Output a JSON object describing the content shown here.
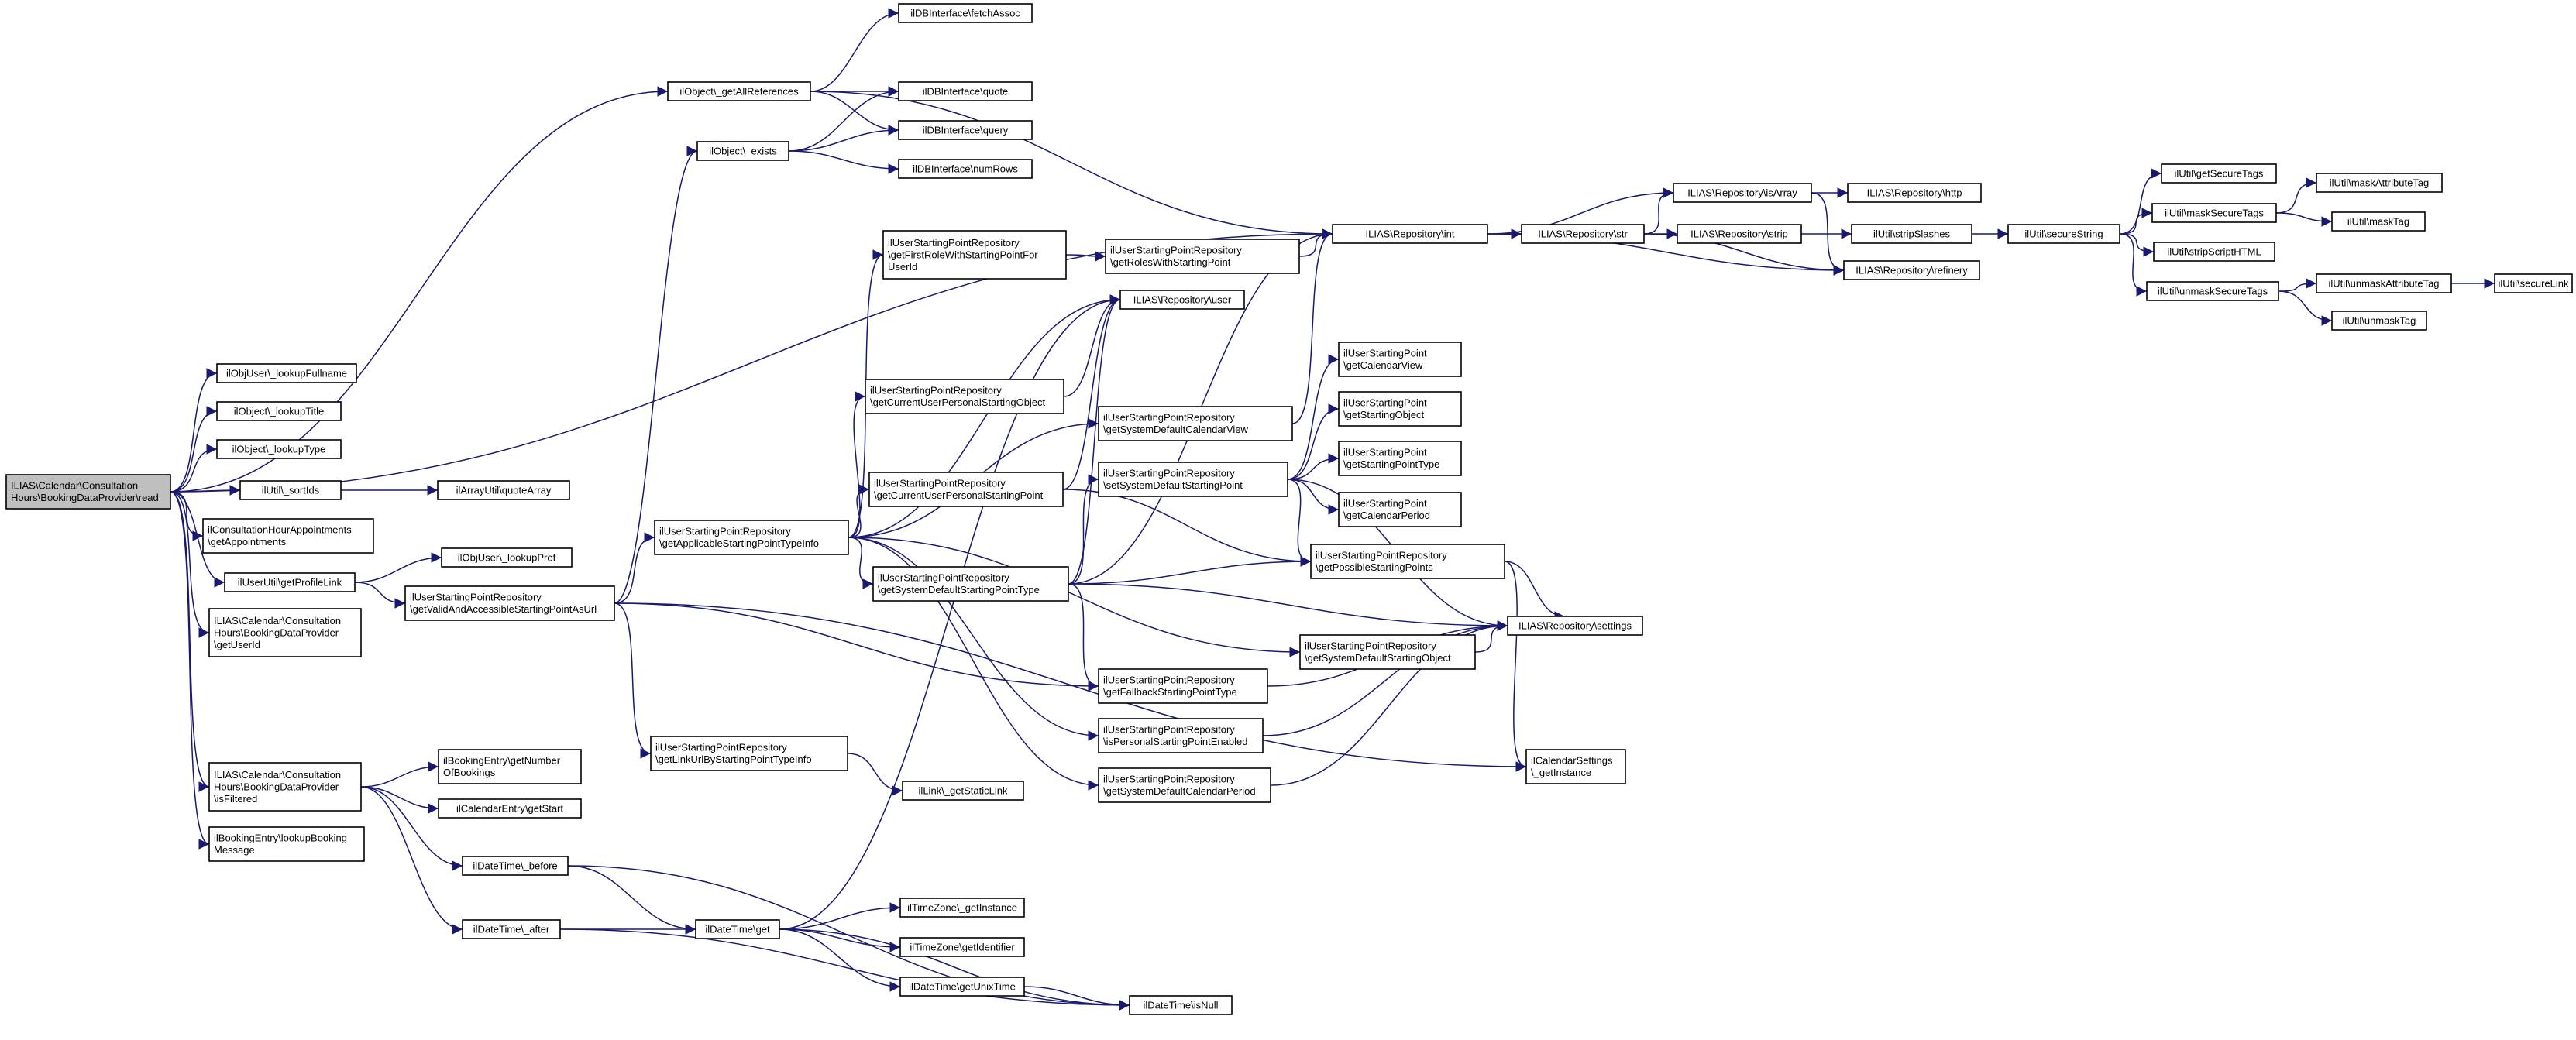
{
  "graph": {
    "title": "",
    "nodes": [
      {
        "id": "n_read",
        "lines": [
          "ILIAS\\Calendar\\Consultation",
          "Hours\\BookingDataProvider\\read"
        ],
        "root": true
      },
      {
        "id": "n_getAllRefs",
        "lines": [
          "ilObject\\_getAllReferences"
        ]
      },
      {
        "id": "n_fetchAssoc",
        "lines": [
          "ilDBInterface\\fetchAssoc"
        ]
      },
      {
        "id": "n_quote",
        "lines": [
          "ilDBInterface\\quote"
        ]
      },
      {
        "id": "n_query",
        "lines": [
          "ilDBInterface\\query"
        ]
      },
      {
        "id": "n_exists",
        "lines": [
          "ilObject\\_exists"
        ]
      },
      {
        "id": "n_numRows",
        "lines": [
          "ilDBInterface\\numRows"
        ]
      },
      {
        "id": "n_int",
        "lines": [
          "ILIAS\\Repository\\int"
        ]
      },
      {
        "id": "n_isArray",
        "lines": [
          "ILIAS\\Repository\\isArray"
        ]
      },
      {
        "id": "n_http",
        "lines": [
          "ILIAS\\Repository\\http"
        ]
      },
      {
        "id": "n_str",
        "lines": [
          "ILIAS\\Repository\\str"
        ]
      },
      {
        "id": "n_strip",
        "lines": [
          "ILIAS\\Repository\\strip"
        ]
      },
      {
        "id": "n_refinery",
        "lines": [
          "ILIAS\\Repository\\refinery"
        ]
      },
      {
        "id": "n_stripSlashes",
        "lines": [
          "ilUtil\\stripSlashes"
        ]
      },
      {
        "id": "n_secureString",
        "lines": [
          "ilUtil\\secureString"
        ]
      },
      {
        "id": "n_getSecureTags",
        "lines": [
          "ilUtil\\getSecureTags"
        ]
      },
      {
        "id": "n_maskSecureTags",
        "lines": [
          "ilUtil\\maskSecureTags"
        ]
      },
      {
        "id": "n_maskAttributeTag",
        "lines": [
          "ilUtil\\maskAttributeTag"
        ]
      },
      {
        "id": "n_maskTag",
        "lines": [
          "ilUtil\\maskTag"
        ]
      },
      {
        "id": "n_stripScriptHTML",
        "lines": [
          "ilUtil\\stripScriptHTML"
        ]
      },
      {
        "id": "n_unmaskSecureTags",
        "lines": [
          "ilUtil\\unmaskSecureTags"
        ]
      },
      {
        "id": "n_unmaskAttributeTag",
        "lines": [
          "ilUtil\\unmaskAttributeTag"
        ]
      },
      {
        "id": "n_secureLink",
        "lines": [
          "ilUtil\\secureLink"
        ]
      },
      {
        "id": "n_unmaskTag",
        "lines": [
          "ilUtil\\unmaskTag"
        ]
      },
      {
        "id": "n_lookupFullname",
        "lines": [
          "ilObjUser\\_lookupFullname"
        ]
      },
      {
        "id": "n_lookupTitle",
        "lines": [
          "ilObject\\_lookupTitle"
        ]
      },
      {
        "id": "n_lookupType",
        "lines": [
          "ilObject\\_lookupType"
        ]
      },
      {
        "id": "n_sortIds",
        "lines": [
          "ilUtil\\_sortIds"
        ]
      },
      {
        "id": "n_quoteArray",
        "lines": [
          "ilArrayUtil\\quoteArray"
        ]
      },
      {
        "id": "n_getAppointments",
        "lines": [
          "ilConsultationHourAppointments",
          "\\getAppointments"
        ]
      },
      {
        "id": "n_getProfileLink",
        "lines": [
          "ilUserUtil\\getProfileLink"
        ]
      },
      {
        "id": "n_lookupPref",
        "lines": [
          "ilObjUser\\_lookupPref"
        ]
      },
      {
        "id": "n_getUserId",
        "lines": [
          "ILIAS\\Calendar\\Consultation",
          "Hours\\BookingDataProvider",
          "\\getUserId"
        ]
      },
      {
        "id": "n_isFiltered",
        "lines": [
          "ILIAS\\Calendar\\Consultation",
          "Hours\\BookingDataProvider",
          "\\isFiltered"
        ]
      },
      {
        "id": "n_lookupBookingMessage",
        "lines": [
          "ilBookingEntry\\lookupBooking",
          "Message"
        ]
      },
      {
        "id": "n_getValidUrl",
        "lines": [
          "ilUserStartingPointRepository",
          "\\getValidAndAccessibleStartingPointAsUrl"
        ]
      },
      {
        "id": "n_getApplicable",
        "lines": [
          "ilUserStartingPointRepository",
          "\\getApplicableStartingPointTypeInfo"
        ]
      },
      {
        "id": "n_getFirstRole",
        "lines": [
          "ilUserStartingPointRepository",
          "\\getFirstRoleWithStartingPointFor",
          "UserId"
        ]
      },
      {
        "id": "n_getRolesWith",
        "lines": [
          "ilUserStartingPointRepository",
          "\\getRolesWithStartingPoint"
        ]
      },
      {
        "id": "n_user",
        "lines": [
          "ILIAS\\Repository\\user"
        ]
      },
      {
        "id": "n_getCurrentObj",
        "lines": [
          "ilUserStartingPointRepository",
          "\\getCurrentUserPersonalStartingObject"
        ]
      },
      {
        "id": "n_getSysDefCalView",
        "lines": [
          "ilUserStartingPointRepository",
          "\\getSystemDefaultCalendarView"
        ]
      },
      {
        "id": "n_getCurrentPoint",
        "lines": [
          "ilUserStartingPointRepository",
          "\\getCurrentUserPersonalStartingPoint"
        ]
      },
      {
        "id": "n_setSysDefPoint",
        "lines": [
          "ilUserStartingPointRepository",
          "\\setSystemDefaultStartingPoint"
        ]
      },
      {
        "id": "n_spCalView",
        "lines": [
          "ilUserStartingPoint",
          "\\getCalendarView"
        ]
      },
      {
        "id": "n_spObject",
        "lines": [
          "ilUserStartingPoint",
          "\\getStartingObject"
        ]
      },
      {
        "id": "n_spType",
        "lines": [
          "ilUserStartingPoint",
          "\\getStartingPointType"
        ]
      },
      {
        "id": "n_spPeriod",
        "lines": [
          "ilUserStartingPoint",
          "\\getCalendarPeriod"
        ]
      },
      {
        "id": "n_getSysDefType",
        "lines": [
          "ilUserStartingPointRepository",
          "\\getSystemDefaultStartingPointType"
        ]
      },
      {
        "id": "n_getPossible",
        "lines": [
          "ilUserStartingPointRepository",
          "\\getPossibleStartingPoints"
        ]
      },
      {
        "id": "n_settings",
        "lines": [
          "ILIAS\\Repository\\settings"
        ]
      },
      {
        "id": "n_getSysDefObj",
        "lines": [
          "ilUserStartingPointRepository",
          "\\getSystemDefaultStartingObject"
        ]
      },
      {
        "id": "n_getFallback",
        "lines": [
          "ilUserStartingPointRepository",
          "\\getFallbackStartingPointType"
        ]
      },
      {
        "id": "n_isPersonal",
        "lines": [
          "ilUserStartingPointRepository",
          "\\isPersonalStartingPointEnabled"
        ]
      },
      {
        "id": "n_getSysDefPeriod",
        "lines": [
          "ilUserStartingPointRepository",
          "\\getSystemDefaultCalendarPeriod"
        ]
      },
      {
        "id": "n_calSettings",
        "lines": [
          "ilCalendarSettings",
          "\\_getInstance"
        ]
      },
      {
        "id": "n_getLinkUrl",
        "lines": [
          "ilUserStartingPointRepository",
          "\\getLinkUrlByStartingPointTypeInfo"
        ]
      },
      {
        "id": "n_getStaticLink",
        "lines": [
          "ilLink\\_getStaticLink"
        ]
      },
      {
        "id": "n_getNumberOfBookings",
        "lines": [
          "ilBookingEntry\\getNumber",
          "OfBookings"
        ]
      },
      {
        "id": "n_getStart",
        "lines": [
          "ilCalendarEntry\\getStart"
        ]
      },
      {
        "id": "n_before",
        "lines": [
          "ilDateTime\\_before"
        ]
      },
      {
        "id": "n_after",
        "lines": [
          "ilDateTime\\_after"
        ]
      },
      {
        "id": "n_dtGet",
        "lines": [
          "ilDateTime\\get"
        ]
      },
      {
        "id": "n_tzInstance",
        "lines": [
          "ilTimeZone\\_getInstance"
        ]
      },
      {
        "id": "n_tzIdentifier",
        "lines": [
          "ilTimeZone\\getIdentifier"
        ]
      },
      {
        "id": "n_getUnixTime",
        "lines": [
          "ilDateTime\\getUnixTime"
        ]
      },
      {
        "id": "n_isNull",
        "lines": [
          "ilDateTime\\isNull"
        ]
      }
    ],
    "edges": [
      [
        "n_read",
        "n_getAllRefs"
      ],
      [
        "n_read",
        "n_int"
      ],
      [
        "n_read",
        "n_lookupFullname"
      ],
      [
        "n_read",
        "n_lookupTitle"
      ],
      [
        "n_read",
        "n_lookupType"
      ],
      [
        "n_read",
        "n_sortIds"
      ],
      [
        "n_read",
        "n_getAppointments"
      ],
      [
        "n_read",
        "n_getProfileLink"
      ],
      [
        "n_read",
        "n_getUserId"
      ],
      [
        "n_read",
        "n_isFiltered"
      ],
      [
        "n_read",
        "n_lookupBookingMessage"
      ],
      [
        "n_getAllRefs",
        "n_fetchAssoc"
      ],
      [
        "n_getAllRefs",
        "n_quote"
      ],
      [
        "n_getAllRefs",
        "n_query"
      ],
      [
        "n_getAllRefs",
        "n_int"
      ],
      [
        "n_exists",
        "n_quote"
      ],
      [
        "n_exists",
        "n_query"
      ],
      [
        "n_exists",
        "n_numRows"
      ],
      [
        "n_int",
        "n_isArray"
      ],
      [
        "n_int",
        "n_str"
      ],
      [
        "n_int",
        "n_refinery"
      ],
      [
        "n_isArray",
        "n_http"
      ],
      [
        "n_isArray",
        "n_refinery"
      ],
      [
        "n_str",
        "n_isArray"
      ],
      [
        "n_str",
        "n_strip"
      ],
      [
        "n_str",
        "n_refinery"
      ],
      [
        "n_strip",
        "n_stripSlashes"
      ],
      [
        "n_stripSlashes",
        "n_secureString"
      ],
      [
        "n_secureString",
        "n_getSecureTags"
      ],
      [
        "n_secureString",
        "n_maskSecureTags"
      ],
      [
        "n_secureString",
        "n_stripScriptHTML"
      ],
      [
        "n_secureString",
        "n_unmaskSecureTags"
      ],
      [
        "n_maskSecureTags",
        "n_maskAttributeTag"
      ],
      [
        "n_maskSecureTags",
        "n_maskTag"
      ],
      [
        "n_unmaskSecureTags",
        "n_unmaskAttributeTag"
      ],
      [
        "n_unmaskSecureTags",
        "n_unmaskTag"
      ],
      [
        "n_unmaskAttributeTag",
        "n_secureLink"
      ],
      [
        "n_sortIds",
        "n_quoteArray"
      ],
      [
        "n_getProfileLink",
        "n_lookupPref"
      ],
      [
        "n_getProfileLink",
        "n_getValidUrl"
      ],
      [
        "n_getValidUrl",
        "n_exists"
      ],
      [
        "n_getValidUrl",
        "n_getApplicable"
      ],
      [
        "n_getValidUrl",
        "n_getFallback"
      ],
      [
        "n_getValidUrl",
        "n_getLinkUrl"
      ],
      [
        "n_getValidUrl",
        "n_calSettings"
      ],
      [
        "n_getApplicable",
        "n_getFirstRole"
      ],
      [
        "n_getApplicable",
        "n_user"
      ],
      [
        "n_getApplicable",
        "n_getCurrentObj"
      ],
      [
        "n_getApplicable",
        "n_getSysDefCalView"
      ],
      [
        "n_getApplicable",
        "n_getCurrentPoint"
      ],
      [
        "n_getApplicable",
        "n_getSysDefType"
      ],
      [
        "n_getApplicable",
        "n_getSysDefObj"
      ],
      [
        "n_getApplicable",
        "n_isPersonal"
      ],
      [
        "n_getApplicable",
        "n_getSysDefPeriod"
      ],
      [
        "n_getFirstRole",
        "n_getRolesWith"
      ],
      [
        "n_getRolesWith",
        "n_int"
      ],
      [
        "n_getCurrentObj",
        "n_user"
      ],
      [
        "n_getCurrentPoint",
        "n_user"
      ],
      [
        "n_getCurrentPoint",
        "n_getPossible"
      ],
      [
        "n_getSysDefCalView",
        "n_int"
      ],
      [
        "n_getSysDefType",
        "n_user"
      ],
      [
        "n_getSysDefType",
        "n_int"
      ],
      [
        "n_getSysDefType",
        "n_setSysDefPoint"
      ],
      [
        "n_getSysDefType",
        "n_getPossible"
      ],
      [
        "n_getSysDefType",
        "n_settings"
      ],
      [
        "n_getSysDefType",
        "n_getFallback"
      ],
      [
        "n_setSysDefPoint",
        "n_spCalView"
      ],
      [
        "n_setSysDefPoint",
        "n_spObject"
      ],
      [
        "n_setSysDefPoint",
        "n_spType"
      ],
      [
        "n_setSysDefPoint",
        "n_spPeriod"
      ],
      [
        "n_setSysDefPoint",
        "n_getPossible"
      ],
      [
        "n_setSysDefPoint",
        "n_settings"
      ],
      [
        "n_getPossible",
        "n_settings"
      ],
      [
        "n_getPossible",
        "n_calSettings"
      ],
      [
        "n_getSysDefObj",
        "n_settings"
      ],
      [
        "n_getFallback",
        "n_settings"
      ],
      [
        "n_isPersonal",
        "n_settings"
      ],
      [
        "n_getSysDefPeriod",
        "n_settings"
      ],
      [
        "n_getLinkUrl",
        "n_getStaticLink"
      ],
      [
        "n_isFiltered",
        "n_getNumberOfBookings"
      ],
      [
        "n_isFiltered",
        "n_getStart"
      ],
      [
        "n_isFiltered",
        "n_before"
      ],
      [
        "n_isFiltered",
        "n_after"
      ],
      [
        "n_before",
        "n_dtGet"
      ],
      [
        "n_before",
        "n_isNull"
      ],
      [
        "n_after",
        "n_dtGet"
      ],
      [
        "n_after",
        "n_isNull"
      ],
      [
        "n_dtGet",
        "n_tzInstance"
      ],
      [
        "n_dtGet",
        "n_tzIdentifier"
      ],
      [
        "n_dtGet",
        "n_getUnixTime"
      ],
      [
        "n_dtGet",
        "n_isNull"
      ],
      [
        "n_dtGet",
        "n_user"
      ],
      [
        "n_getUnixTime",
        "n_isNull"
      ]
    ]
  }
}
